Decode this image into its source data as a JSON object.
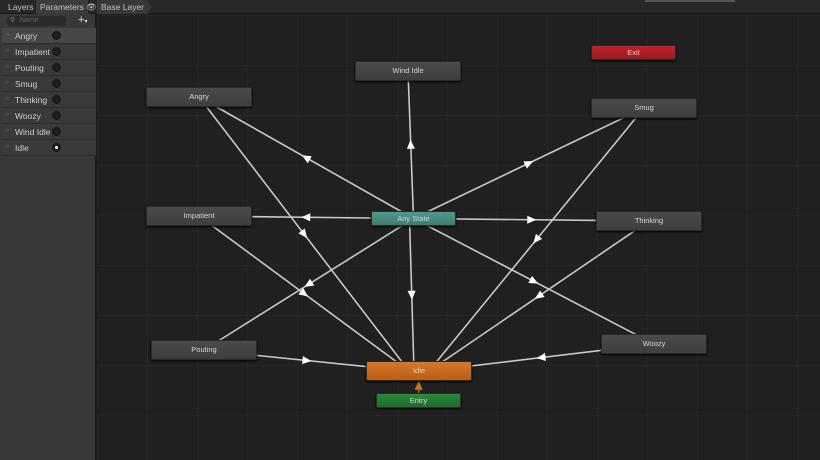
{
  "toolbar": {
    "layers_tab": "Layers",
    "parameters_tab": "Parameters",
    "eye_icon": "eye-icon",
    "breadcrumb": "Base Layer"
  },
  "parameters": {
    "search_placeholder": "Name",
    "add_icon": "plus-icon",
    "items": [
      {
        "name": "Angry",
        "value": false
      },
      {
        "name": "Impatient",
        "value": false
      },
      {
        "name": "Pouting",
        "value": false
      },
      {
        "name": "Smug",
        "value": false
      },
      {
        "name": "Thinking",
        "value": false
      },
      {
        "name": "Woozy",
        "value": false
      },
      {
        "name": "Wind Idle",
        "value": false
      },
      {
        "name": "Idle",
        "value": true
      }
    ]
  },
  "graph": {
    "nodes": [
      {
        "id": "exit",
        "label": "Exit"
      },
      {
        "id": "windidle",
        "label": "Wind Idle"
      },
      {
        "id": "angry",
        "label": "Angry"
      },
      {
        "id": "smug",
        "label": "Smug"
      },
      {
        "id": "impatient",
        "label": "Impatient"
      },
      {
        "id": "any",
        "label": "Any State"
      },
      {
        "id": "thinking",
        "label": "Thinking"
      },
      {
        "id": "pouting",
        "label": "Pouting"
      },
      {
        "id": "woozy",
        "label": "Woozy"
      },
      {
        "id": "idle",
        "label": "Idle"
      },
      {
        "id": "entry",
        "label": "Entry"
      }
    ],
    "transitions": [
      [
        "any",
        "angry"
      ],
      [
        "any",
        "impatient"
      ],
      [
        "any",
        "windidle"
      ],
      [
        "any",
        "smug"
      ],
      [
        "any",
        "thinking"
      ],
      [
        "any",
        "woozy"
      ],
      [
        "any",
        "pouting"
      ],
      [
        "any",
        "idle"
      ],
      [
        "angry",
        "idle"
      ],
      [
        "impatient",
        "idle"
      ],
      [
        "smug",
        "idle"
      ],
      [
        "thinking",
        "idle"
      ],
      [
        "pouting",
        "idle"
      ],
      [
        "woozy",
        "idle"
      ],
      [
        "entry",
        "idle"
      ]
    ],
    "colors": {
      "any": "#4f9a8a",
      "default": "#d5782a",
      "entry": "#2c8a3a",
      "exit": "#c0232a"
    }
  }
}
